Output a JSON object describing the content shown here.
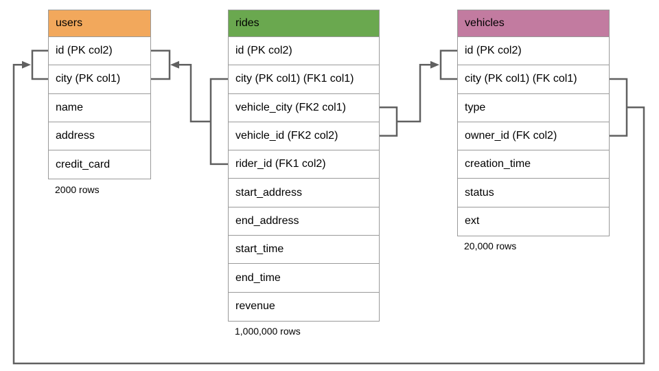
{
  "diagram": {
    "background_color": "#ffffff",
    "connector_color": "#606060",
    "border_color": "#999999",
    "tables": [
      {
        "id": "users",
        "title": "users",
        "header_color": "#f2a85c",
        "columns": [
          "id (PK col2)",
          "city (PK col1)",
          "name",
          "address",
          "credit_card"
        ],
        "caption": "2000 rows"
      },
      {
        "id": "rides",
        "title": "rides",
        "header_color": "#6aa84f",
        "columns": [
          "id (PK col2)",
          "city (PK col1) (FK1 col1)",
          "vehicle_city (FK2 col1)",
          "vehicle_id (FK2 col2)",
          "rider_id (FK1 col2)",
          "start_address",
          "end_address",
          "start_time",
          "end_time",
          "revenue"
        ],
        "caption": "1,000,000 rows"
      },
      {
        "id": "vehicles",
        "title": "vehicles",
        "header_color": "#c27ba0",
        "columns": [
          "id (PK col2)",
          "city (PK col1) (FK col1)",
          "type",
          "owner_id (FK col2)",
          "creation_time",
          "status",
          "ext"
        ],
        "caption": "20,000 rows"
      }
    ],
    "relationships": [
      {
        "id": "rides-users",
        "from_table": "rides",
        "from_columns": [
          "city (PK col1) (FK1 col1)",
          "rider_id (FK1 col2)"
        ],
        "to_table": "users",
        "to_columns": [
          "id (PK col2)",
          "city (PK col1)"
        ]
      },
      {
        "id": "rides-vehicles",
        "from_table": "rides",
        "from_columns": [
          "vehicle_city (FK2 col1)",
          "vehicle_id (FK2 col2)"
        ],
        "to_table": "vehicles",
        "to_columns": [
          "id (PK col2)",
          "city (PK col1) (FK col1)"
        ]
      },
      {
        "id": "vehicles-users",
        "from_table": "vehicles",
        "from_columns": [
          "city (PK col1) (FK col1)",
          "owner_id (FK col2)"
        ],
        "to_table": "users",
        "to_columns": [
          "id (PK col2)",
          "city (PK col1)"
        ]
      }
    ]
  }
}
